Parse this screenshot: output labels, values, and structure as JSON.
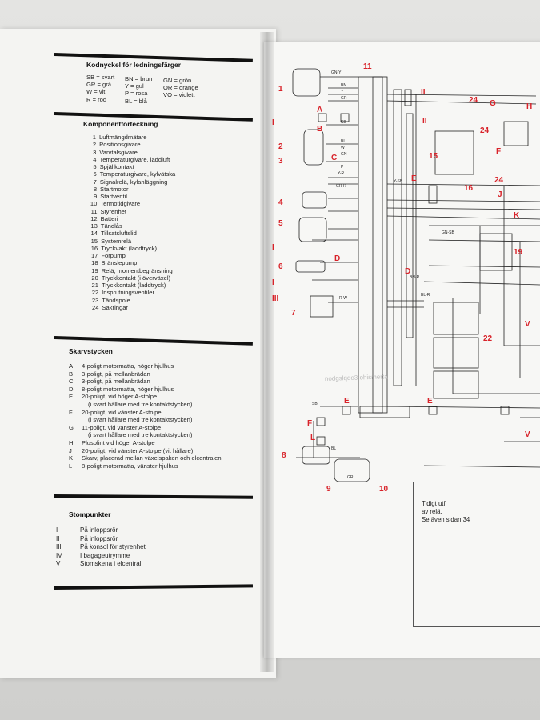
{
  "wire_key": {
    "heading": "Kodnyckel för ledningsfärger",
    "columns": [
      [
        "SB = svart",
        "GR = grå",
        "W = vit",
        "R = röd"
      ],
      [
        "BN = brun",
        "Y = gul",
        "P = rosa",
        "BL = blå"
      ],
      [
        "GN = grön",
        "OR = orange",
        "VO = violett"
      ]
    ]
  },
  "components": {
    "heading": "Komponentförteckning",
    "items": [
      {
        "num": "1",
        "label": "Luftmängdmätare"
      },
      {
        "num": "2",
        "label": "Positionsgivare"
      },
      {
        "num": "3",
        "label": "Varvtalsgivare"
      },
      {
        "num": "4",
        "label": "Temperaturgivare, laddluft"
      },
      {
        "num": "5",
        "label": "Spjällkontakt"
      },
      {
        "num": "6",
        "label": "Temperaturgivare, kylvätska"
      },
      {
        "num": "7",
        "label": "Signalrelä, kylanläggning"
      },
      {
        "num": "8",
        "label": "Startmotor"
      },
      {
        "num": "9",
        "label": "Startventil"
      },
      {
        "num": "10",
        "label": "Termotidgivare"
      },
      {
        "num": "11",
        "label": "Styrenhet"
      },
      {
        "num": "12",
        "label": "Batteri"
      },
      {
        "num": "13",
        "label": "Tändlås"
      },
      {
        "num": "14",
        "label": "Tillsatsluftslid"
      },
      {
        "num": "15",
        "label": "Systemrelä"
      },
      {
        "num": "16",
        "label": "Tryckvakt (laddtryck)"
      },
      {
        "num": "17",
        "label": "Förpump"
      },
      {
        "num": "18",
        "label": "Bränslepump"
      },
      {
        "num": "19",
        "label": "Relä, momentbegränsning"
      },
      {
        "num": "20",
        "label": "Tryckkontakt (i överväxel)"
      },
      {
        "num": "21",
        "label": "Tryckkontakt (laddtryck)"
      },
      {
        "num": "22",
        "label": "Insprutningsventiler"
      },
      {
        "num": "23",
        "label": "Tändspole"
      },
      {
        "num": "24",
        "label": "Säkringar"
      }
    ]
  },
  "connectors": {
    "heading": "Skarvstycken",
    "items": [
      {
        "code": "A",
        "label": "4-poligt motormatta, höger hjulhus"
      },
      {
        "code": "B",
        "label": "3-poligt, på mellanbrädan"
      },
      {
        "code": "C",
        "label": "3-poligt, på mellanbrädan"
      },
      {
        "code": "D",
        "label": "8-poligt motormatta, höger hjulhus"
      },
      {
        "code": "E",
        "label": "20-poligt, vid höger A-stolpe"
      },
      {
        "code": "",
        "label": "(i svart hållare med tre kontaktstycken)"
      },
      {
        "code": "F",
        "label": "20-poligt, vid vänster A-stolpe"
      },
      {
        "code": "",
        "label": "(i svart hållare med tre kontaktstycken)"
      },
      {
        "code": "G",
        "label": "11-poligt, vid vänster A-stolpe"
      },
      {
        "code": "",
        "label": "(i svart hållare med tre kontaktstycken)"
      },
      {
        "code": "H",
        "label": "Plusplint vid höger A-stolpe"
      },
      {
        "code": "J",
        "label": "20-poligt, vid vänster A-stolpe (vit hållare)"
      },
      {
        "code": "K",
        "label": "Skarv, placerad mellan växelspaken och elcentralen"
      },
      {
        "code": "L",
        "label": "8-poligt motormatta, vänster hjulhus"
      }
    ]
  },
  "ground_points": {
    "heading": "Stompunkter",
    "items": [
      {
        "code": "I",
        "label": "På inloppsrör"
      },
      {
        "code": "II",
        "label": "På inloppsrör"
      },
      {
        "code": "III",
        "label": "På konsol för styrenhet"
      },
      {
        "code": "IV",
        "label": "I bagageutrymme"
      },
      {
        "code": "V",
        "label": "Stomskena i elcentral"
      }
    ]
  },
  "diagram": {
    "note": [
      "Tidigt utf",
      "av relä.",
      "Se även sidan 34"
    ],
    "red_labels": [
      "1",
      "2",
      "3",
      "4",
      "5",
      "6",
      "7",
      "8",
      "9",
      "10",
      "11",
      "15",
      "16",
      "19",
      "22",
      "24",
      "24",
      "24",
      "A",
      "B",
      "C",
      "D",
      "E",
      "E",
      "E",
      "F",
      "F",
      "G",
      "H",
      "J",
      "K",
      "L",
      "I",
      "I",
      "I",
      "II",
      "II",
      "III",
      "V",
      "V"
    ],
    "wire_labels": [
      "GN-Y",
      "BN",
      "Y",
      "GR",
      "SB",
      "BL",
      "W",
      "GN",
      "P",
      "Y-R",
      "GR-R",
      "Y-SB",
      "GN-SB",
      "BN-R",
      "BL-R",
      "R-W",
      "SB",
      "BL",
      "GR"
    ],
    "colors": {
      "ink": "#111111",
      "accent_red": "#d8232a",
      "paper": "#f5f5f3"
    }
  }
}
